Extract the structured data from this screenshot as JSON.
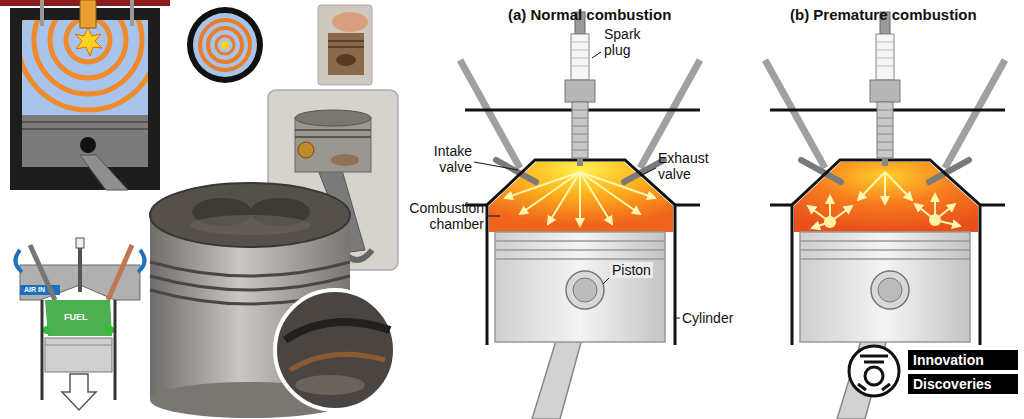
{
  "diagram": {
    "nodes": [
      {
        "text": [
          "Innovation"
        ]
      },
      {
        "text": [
          "Discoveries"
        ]
      }
    ],
    "labels": [
      "(a) Normal combustion",
      "Spark plug",
      "Intake valve",
      "Exhaust valve",
      "Combustion chamber",
      "Piston",
      "Cylinder",
      "(b) Premature combustion",
      "AIR IN",
      "FUEL"
    ]
  }
}
